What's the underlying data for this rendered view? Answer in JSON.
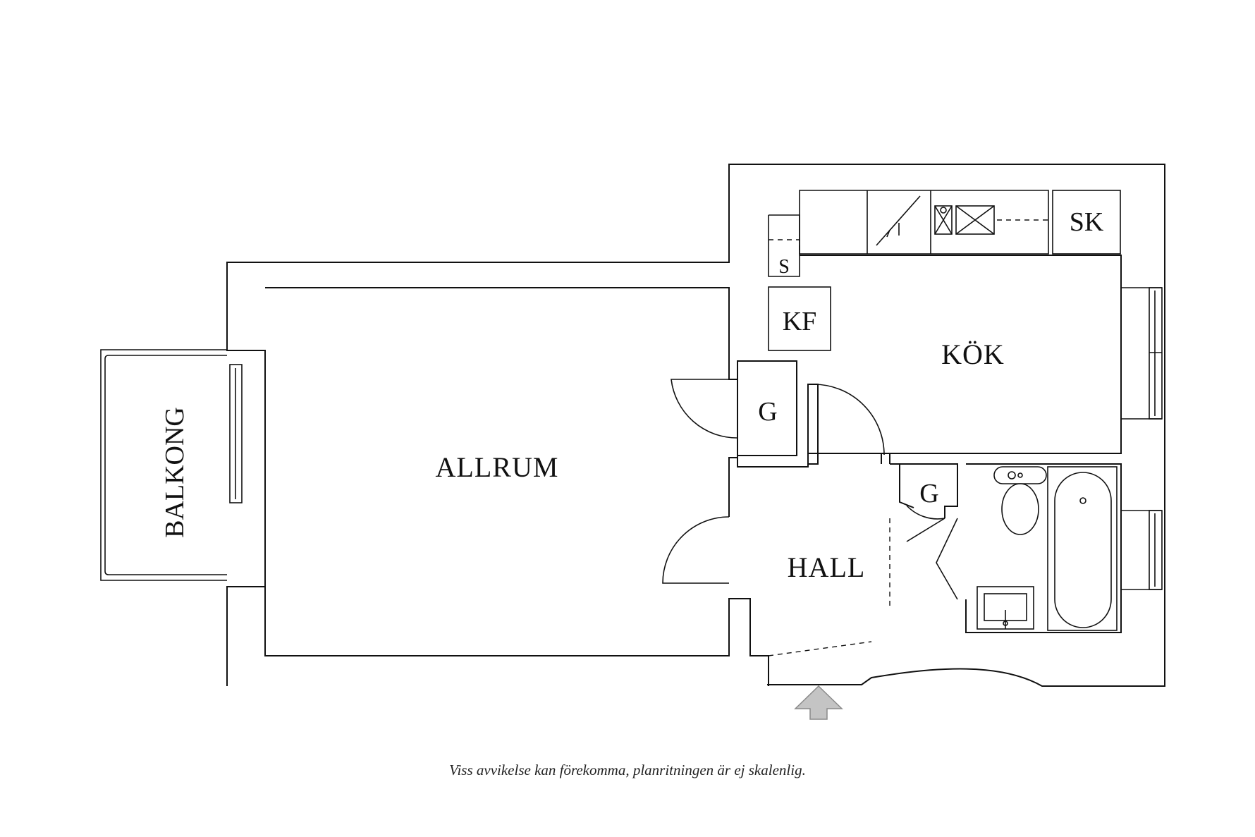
{
  "rooms": {
    "balkong": "BALKONG",
    "allrum": "ALLRUM",
    "kok": "KÖK",
    "hall": "HALL",
    "garderob_1": "G",
    "garderob_2": "G",
    "kf": "KF",
    "s": "S",
    "sk": "SK"
  },
  "entrance_icon": "up-arrow-icon",
  "disclaimer": "Viss avvikelse kan förekomma, planritningen är ej skalenlig.",
  "colors": {
    "lines": "#111111",
    "entrance_arrow": "#c4c4c4",
    "background": "#ffffff"
  }
}
